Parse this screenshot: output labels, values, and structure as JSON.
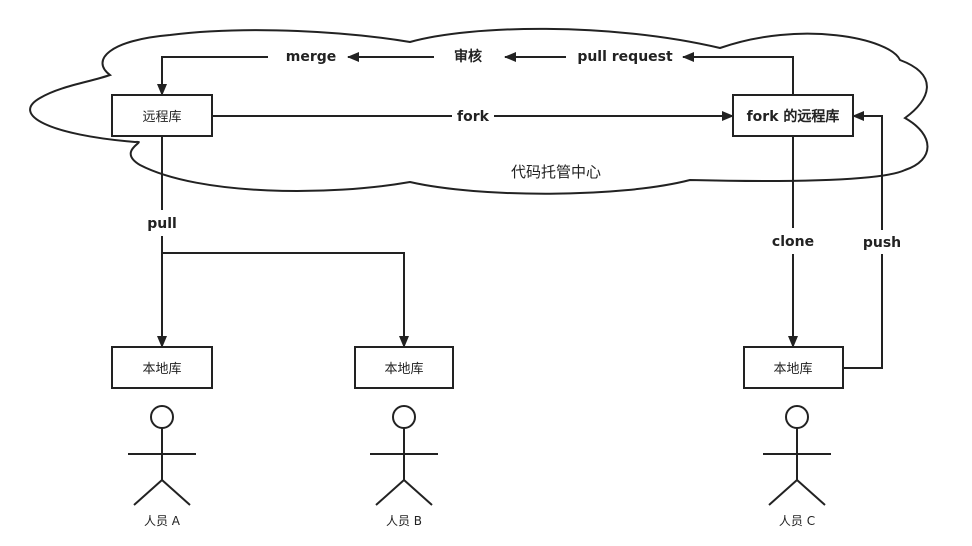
{
  "cloud": {
    "label": "代码托管中心"
  },
  "nodes": {
    "remote_repo": "远程库",
    "fork_repo": "fork 的远程库",
    "local_a": "本地库",
    "local_b": "本地库",
    "local_c": "本地库"
  },
  "edges": {
    "fork": "fork",
    "pull_request": "pull request",
    "review": "审核",
    "merge": "merge",
    "pull": "pull",
    "clone": "clone",
    "push": "push"
  },
  "actors": {
    "a": "人员 A",
    "b": "人员 B",
    "c": "人员 C"
  },
  "colors": {
    "stroke": "#222222",
    "background": "#ffffff"
  }
}
